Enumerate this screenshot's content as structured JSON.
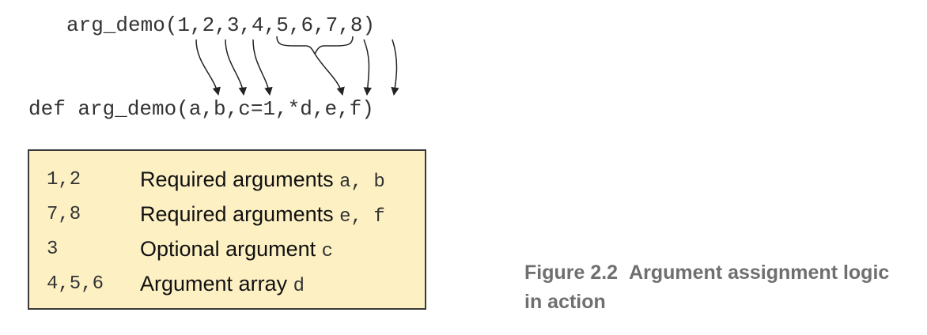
{
  "call_expr": "arg_demo(1,2,3,4,5,6,7,8)",
  "def_expr": "def arg_demo(a,b,c=1,*d,e,f)",
  "legend": [
    {
      "key": "1,2",
      "desc": "Required arguments",
      "params": "a, b"
    },
    {
      "key": "7,8",
      "desc": "Required arguments",
      "params": "e, f"
    },
    {
      "key": "3",
      "desc": "Optional argument",
      "params": "c"
    },
    {
      "key": "4,5,6",
      "desc": "Argument array",
      "params": "d"
    }
  ],
  "caption": {
    "label": "Figure 2.2",
    "text": "Argument assignment logic in action"
  },
  "colors": {
    "legend_fill": "#fdf1c4",
    "legend_border": "#3a3a3a",
    "caption_text": "#6f6f6f",
    "code_text": "#333333"
  }
}
